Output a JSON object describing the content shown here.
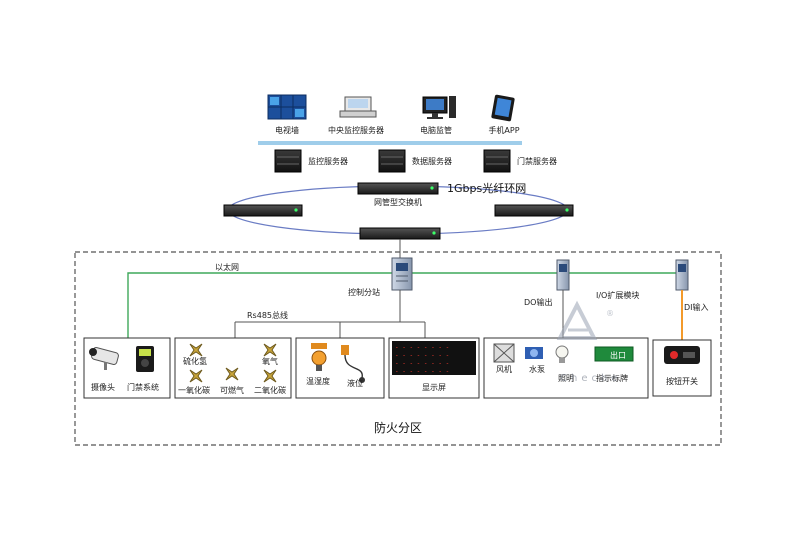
{
  "top_clients": [
    {
      "label": "电视墙"
    },
    {
      "label": "中央监控服务器"
    },
    {
      "label": "电脑监管"
    },
    {
      "label": "手机APP"
    }
  ],
  "servers": [
    {
      "label": "监控服务器"
    },
    {
      "label": "数据服务器"
    },
    {
      "label": "门禁服务器"
    }
  ],
  "ring": {
    "label": "1Gbps光纤环网",
    "core_switch_label": "网管型交换机"
  },
  "zone": {
    "title": "防火分区",
    "ethernet_label": "以太网",
    "control_station_label": "控制分站",
    "rs485_label": "Rs485总线",
    "do_label": "DO输出",
    "io_label": "I/O扩展模块",
    "di_label": "DI输入"
  },
  "groups": {
    "camera": {
      "camera_label": "摄像头",
      "access_label": "门禁系统"
    },
    "gas": {
      "labels": [
        "硫化氢",
        "氧气",
        "一氧化碳",
        "可燃气",
        "二氧化碳"
      ]
    },
    "sensors": {
      "temp_label": "温湿度",
      "level_label": "液位"
    },
    "display": {
      "label": "显示屏",
      "led_lines": [
        "- - - - - - - -",
        "- - - - - - - -",
        "- - - - - - - -",
        "- - - - - - - -"
      ]
    },
    "outputs": {
      "fan_label": "风机",
      "pump_label": "水泵",
      "light_label": "照明",
      "sign_label": "指示标牌",
      "sign_text": "出口"
    },
    "button": {
      "label": "按钮开关"
    }
  },
  "watermark": {
    "text": "Cheche",
    "mark": "®"
  },
  "colors": {
    "ring_line": "#6a7cc4",
    "ethernet_line": "#3fa85a",
    "di_line": "#f39a2b",
    "bus_line": "#555555",
    "bar": "#9fcdea",
    "dashed": "#555555"
  }
}
